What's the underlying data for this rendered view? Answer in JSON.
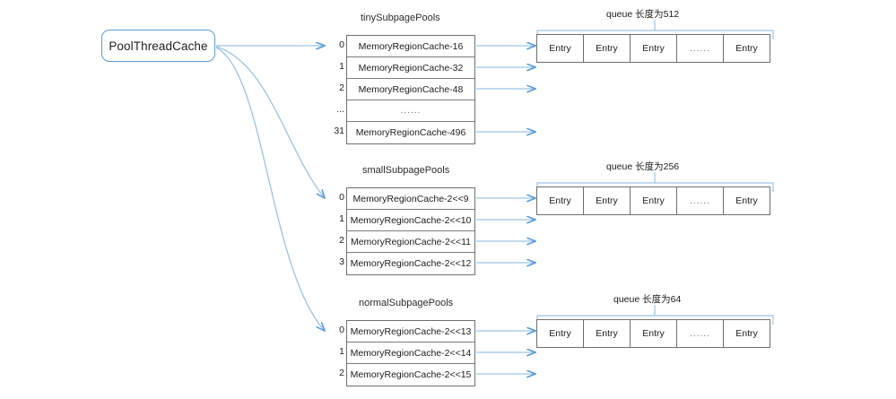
{
  "diagram": {
    "root": {
      "label": "PoolThreadCache"
    },
    "sections": [
      {
        "id": "tiny",
        "title": "tinySubpagePools",
        "indices": [
          "0",
          "1",
          "2",
          "...",
          "31"
        ],
        "rows": [
          "MemoryRegionCache-16",
          "MemoryRegionCache-32",
          "MemoryRegionCache-48",
          "......",
          "MemoryRegionCache-496"
        ],
        "queue": {
          "label": "queue  长度为512",
          "cells": [
            "Entry",
            "Entry",
            "Entry",
            "......",
            "Entry"
          ]
        }
      },
      {
        "id": "small",
        "title": "smallSubpagePools",
        "indices": [
          "0",
          "1",
          "2",
          "3"
        ],
        "rows": [
          "MemoryRegionCache-2<<9",
          "MemoryRegionCache-2<<10",
          "MemoryRegionCache-2<<11",
          "MemoryRegionCache-2<<12"
        ],
        "queue": {
          "label": "queue  长度为256",
          "cells": [
            "Entry",
            "Entry",
            "Entry",
            "......",
            "Entry"
          ]
        }
      },
      {
        "id": "normal",
        "title": "normalSubpagePools",
        "indices": [
          "0",
          "1",
          "2"
        ],
        "rows": [
          "MemoryRegionCache-2<<13",
          "MemoryRegionCache-2<<14",
          "MemoryRegionCache-2<<15"
        ],
        "queue": {
          "label": "queue  长度为64",
          "cells": [
            "Entry",
            "Entry",
            "Entry",
            "......",
            "Entry"
          ]
        }
      }
    ],
    "colors": {
      "arrow": "#5b9bd5",
      "node_border": "#5b9bd5",
      "table_border": "#6e6e6e",
      "background": "#ffffff"
    }
  }
}
